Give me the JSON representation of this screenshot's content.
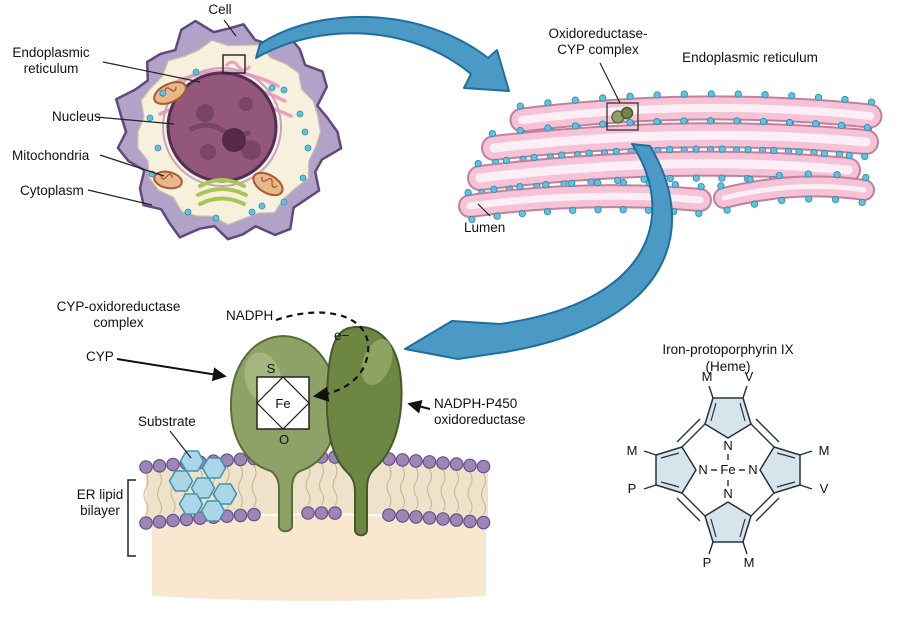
{
  "cell_panel": {
    "title": "Cell",
    "er_label": "Endoplasmic reticulum",
    "nucleus_label": "Nucleus",
    "mitochondria_label": "Mitochondria",
    "cytoplasm_label": "Cytoplasm"
  },
  "er_panel": {
    "complex_label": "Oxidoreductase-CYP complex",
    "er_label": "Endoplasmic reticulum",
    "lumen_label": "Lumen"
  },
  "complex_panel": {
    "title": "CYP-oxidoreductase complex",
    "nadph_label": "NADPH",
    "electron_label": "e−",
    "cyp_label": "CYP",
    "substrate_label": "Substrate",
    "oxidoreductase_label": "NADPH-P450 oxidoreductase",
    "bilayer_label": "ER lipid bilayer",
    "sulfur_label": "S",
    "iron_label": "Fe",
    "oxygen_label": "O"
  },
  "heme_panel": {
    "title": "Iron-protoporphyrin IX",
    "subtitle": "(Heme)",
    "iron_label": "Fe",
    "nitrogen_label": "N",
    "substituents": {
      "top_left": "M",
      "top_right": "V",
      "right_top": "M",
      "right_bottom": "V",
      "left_top": "M",
      "left_bottom": "P",
      "bottom_left": "P",
      "bottom_right": "M"
    }
  },
  "colors": {
    "arrow_blue": "#4b9ac6",
    "er_membrane_pink": "#f5c3d5",
    "cyp_green": "#8ea268",
    "oxidoreductase_green": "#6d8743",
    "substrate_blue": "#aad6e8",
    "ribosome_blue": "#62c1de",
    "heme_ring_fill": "#d8e4eb"
  }
}
